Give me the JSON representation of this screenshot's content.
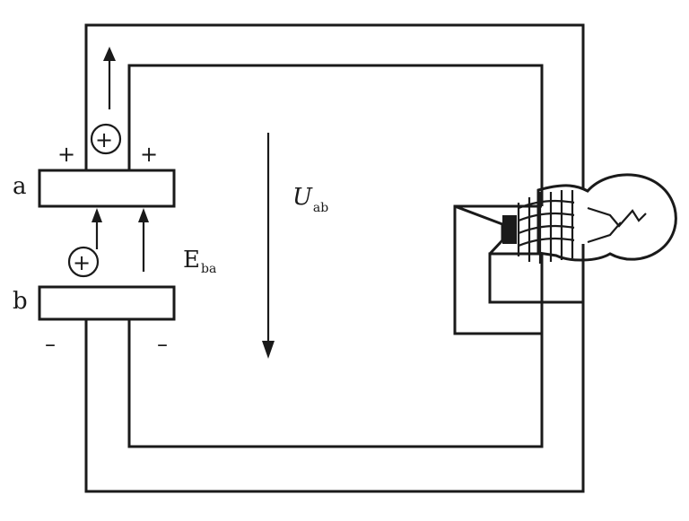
{
  "diagram": {
    "terminal_a": "a",
    "terminal_b": "b",
    "voltage_main": "U",
    "voltage_sub": "ab",
    "emf_main": "E",
    "emf_sub": "ba",
    "charge_symbol": "+",
    "plus_sign": "+",
    "minus_sign": "–"
  },
  "colors": {
    "ink": "#1a1a1a",
    "background": "#ffffff"
  },
  "icons": [
    "lightbulb-icon",
    "positive-charge-icon",
    "arrow-icon"
  ]
}
